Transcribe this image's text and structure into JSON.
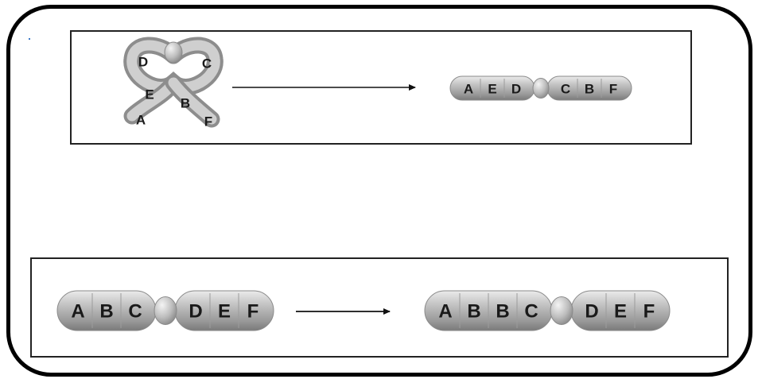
{
  "top_panel": {
    "before_labels": {
      "a": "A",
      "b": "B",
      "c": "C",
      "d": "D",
      "e": "E",
      "f": "F"
    },
    "after_left": [
      "A",
      "E",
      "D"
    ],
    "after_right": [
      "C",
      "B",
      "F"
    ]
  },
  "bottom_panel": {
    "before_left": [
      "A",
      "B",
      "C"
    ],
    "before_right": [
      "D",
      "E",
      "F"
    ],
    "after_left": [
      "A",
      "B",
      "B",
      "C"
    ],
    "after_right": [
      "D",
      "E",
      "F"
    ]
  }
}
